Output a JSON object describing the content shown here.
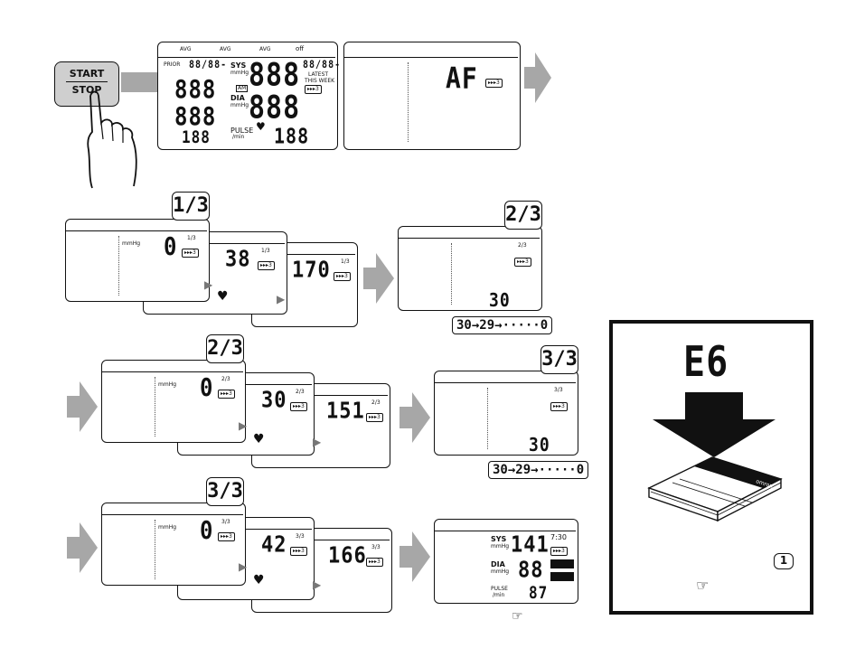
{
  "start_button": {
    "line1": "START",
    "line2": "STOP"
  },
  "top_screen": {
    "prior_label": "PRIOR",
    "avg_labels": [
      "AVG",
      "AVG",
      "AVG"
    ],
    "sys_label": "SYS",
    "dia_label": "DIA",
    "unit_label": "mmHg",
    "pulse_label": "PULSE",
    "pulse_unit": "/min",
    "digits_large": "888",
    "digits_small": "188",
    "week_digits": "88/88-",
    "latest_label": "LATEST",
    "this_week_label": "THIS WEEK",
    "off_label": "off",
    "am_label": "AM",
    "arrow_label": "▸▸▸3"
  },
  "af_screen": {
    "code": "AF",
    "arrow_label": "▸▸▸3"
  },
  "sequences": [
    {
      "callout": "1/3",
      "count_label": "1/3",
      "readings": [
        "0",
        "38",
        "170"
      ],
      "unit_label": "mmHg",
      "arrow_label": "▸▸▸3"
    },
    {
      "callout": "2/3",
      "count_label": "2/3",
      "readings": [
        "0",
        "30",
        "151"
      ],
      "unit_label": "mmHg",
      "arrow_label": "▸▸▸3"
    },
    {
      "callout": "3/3",
      "count_label": "3/3",
      "readings": [
        "0",
        "42",
        "166"
      ],
      "unit_label": "mmHg",
      "arrow_label": "▸▸▸3"
    }
  ],
  "wait_screens": [
    {
      "callout": "2/3",
      "count_label": "2/3",
      "countdown": "30",
      "sequence": [
        "30",
        "29",
        "0"
      ]
    },
    {
      "callout": "3/3",
      "count_label": "3/3",
      "countdown": "30",
      "sequence": [
        "30",
        "29",
        "0"
      ]
    }
  ],
  "result_screen": {
    "sys_label": "SYS",
    "dia_label": "DIA",
    "unit_label": "mmHg",
    "pulse_label": "PULSE",
    "pulse_unit": "/min",
    "sys_value": "141",
    "dia_value": "88",
    "pulse_value": "87",
    "time": "7:30",
    "arrow_label": "▸▸▸3",
    "ref_icon": "☞"
  },
  "error_panel": {
    "code": "E6",
    "circled_number": "1",
    "ref_icon": "☞",
    "book_brand": "omron"
  }
}
